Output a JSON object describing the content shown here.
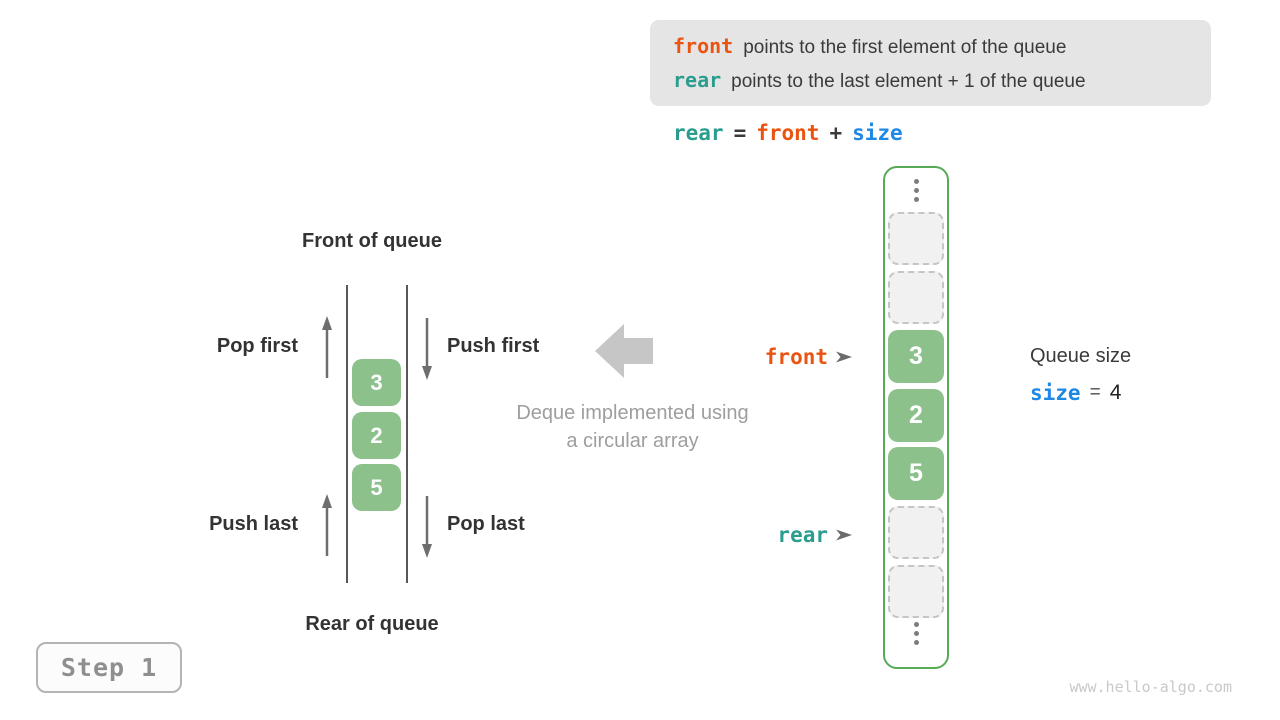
{
  "colors": {
    "front_orange": "#ea5413",
    "rear_teal": "#2a9d8f",
    "size_blue": "#1e88e5",
    "cell_green": "#8cc18c",
    "array_border_green": "#56ab57",
    "info_box_bg": "#e5e5e5",
    "muted_gray_text": "#9e9e9e",
    "arrow_gray": "#6e6e6e",
    "block_arrow_gray": "#c6c6c6"
  },
  "info_box": {
    "line1_keyword": "front",
    "line1_text": "points to the first element of the queue",
    "line2_keyword": "rear",
    "line2_text": "points to the last element + 1 of the queue"
  },
  "formula": {
    "lhs": "rear",
    "eq": "=",
    "rhs1": "front",
    "plus": "+",
    "rhs2": "size"
  },
  "left_diagram": {
    "front_label": "Front of queue",
    "rear_label": "Rear of queue",
    "pop_first": "Pop first",
    "push_first": "Push first",
    "push_last": "Push last",
    "pop_last": "Pop last",
    "cells": [
      "3",
      "2",
      "5"
    ]
  },
  "center_caption": {
    "line1": "Deque implemented using",
    "line2": "a circular array"
  },
  "array": {
    "values": [
      "3",
      "2",
      "5"
    ],
    "front_pointer": "front",
    "rear_pointer": "rear"
  },
  "queue_size": {
    "title": "Queue size",
    "var": "size",
    "eq": "=",
    "value": "4"
  },
  "step_badge": "Step 1",
  "watermark": "www.hello-algo.com"
}
